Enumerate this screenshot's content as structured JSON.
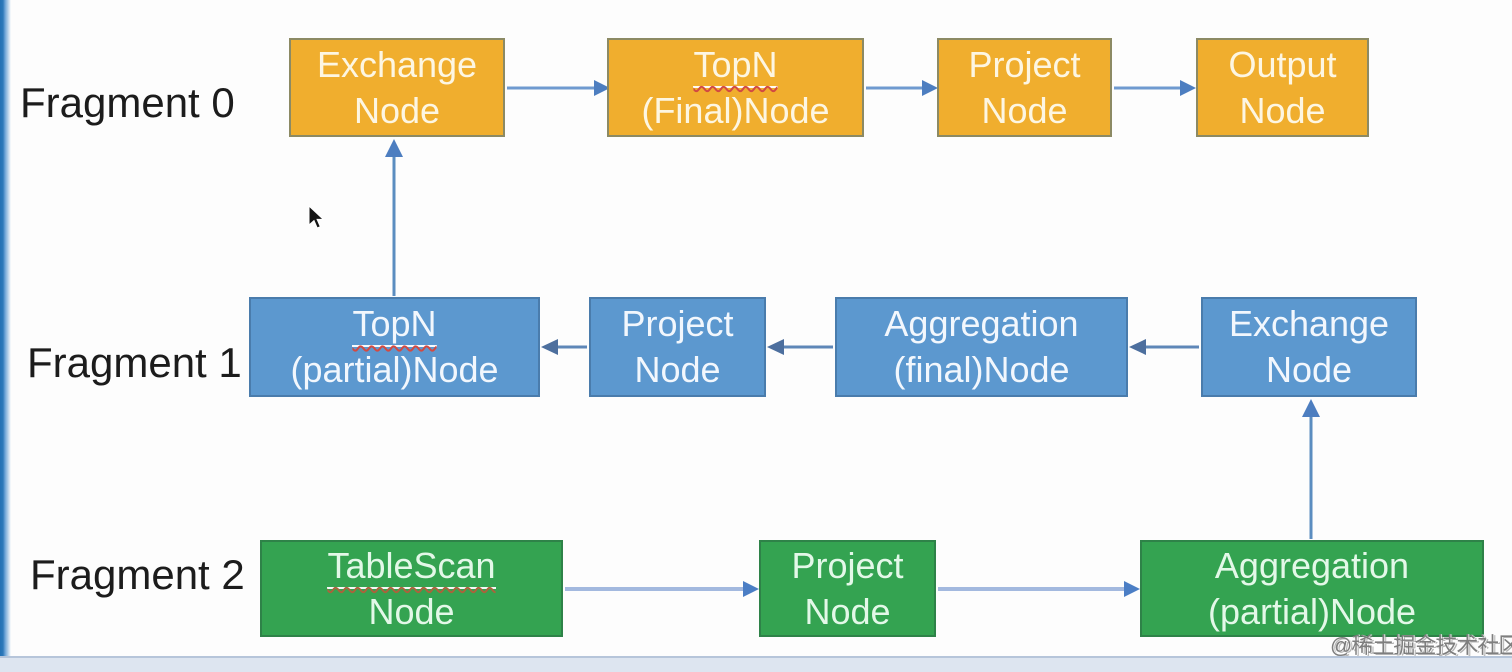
{
  "diagram": {
    "fragments": [
      {
        "label": "Fragment 0",
        "color": "#f0ae2e",
        "nodes": [
          {
            "line1": "Exchange",
            "line2": "Node"
          },
          {
            "line1": "TopN",
            "line2": "(Final)Node"
          },
          {
            "line1": "Project",
            "line2": "Node"
          },
          {
            "line1": "Output",
            "line2": "Node"
          }
        ]
      },
      {
        "label": "Fragment 1",
        "color": "#5c98cf",
        "nodes": [
          {
            "line1": "TopN",
            "line2": "(partial)Node"
          },
          {
            "line1": "Project",
            "line2": "Node"
          },
          {
            "line1": "Aggregation",
            "line2": "(final)Node"
          },
          {
            "line1": "Exchange",
            "line2": "Node"
          }
        ]
      },
      {
        "label": "Fragment 2",
        "color": "#34a351",
        "nodes": [
          {
            "line1": "TableScan",
            "line2": "Node"
          },
          {
            "line1": "Project",
            "line2": "Node"
          },
          {
            "line1": "Aggregation",
            "line2": "(partial)Node"
          }
        ]
      }
    ],
    "arrow_color": "#6f9ad0",
    "watermark": "@稀土掘金技术社区"
  }
}
